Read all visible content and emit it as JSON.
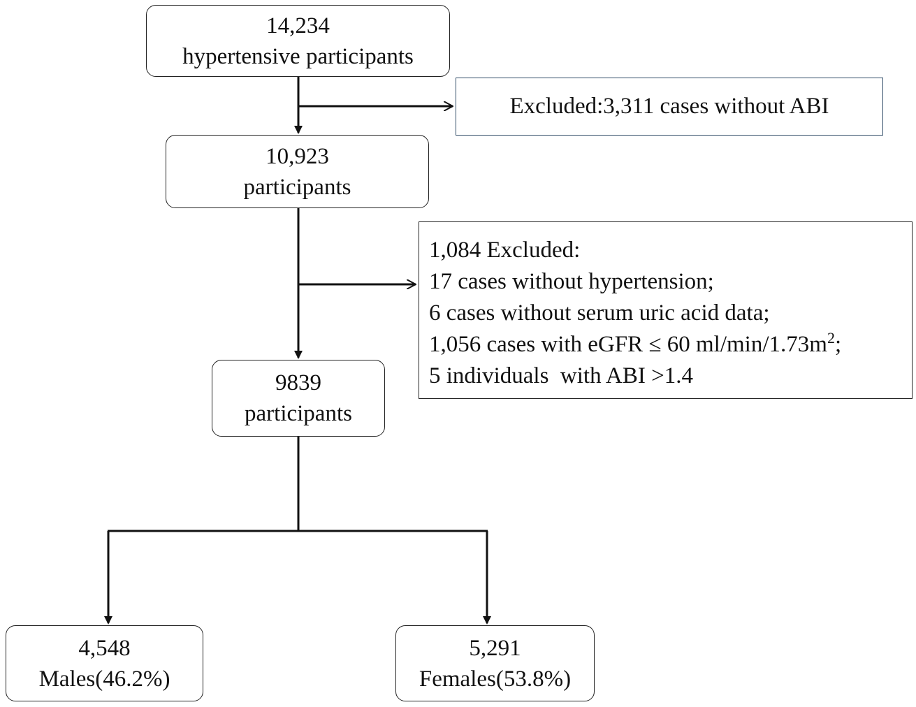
{
  "flowchart": {
    "start": {
      "count": "14,234",
      "label": "hypertensive participants"
    },
    "exclusion_1": {
      "text": "Excluded:3,311 cases without ABI"
    },
    "step_1": {
      "count": "10,923",
      "label": "participants"
    },
    "exclusion_2": {
      "lines": [
        "1,084 Excluded:",
        "17 cases without hypertension;",
        "6 cases without serum uric acid data;",
        "1,056 cases with eGFR ≤ 60 ml/min/1.73m",
        "5 individuals  with ABI >1.4"
      ],
      "superscript": "2",
      "after_superscript": ";"
    },
    "step_2": {
      "count": "9839",
      "label": "participants"
    },
    "males": {
      "count": "4,548",
      "label": "Males(46.2%)"
    },
    "females": {
      "count": "5,291",
      "label": "Females(53.8%)"
    }
  },
  "colors": {
    "line": "#111111",
    "box_border": "#222222",
    "exclusion_1_border": "#2f4a66",
    "background": "#ffffff"
  }
}
